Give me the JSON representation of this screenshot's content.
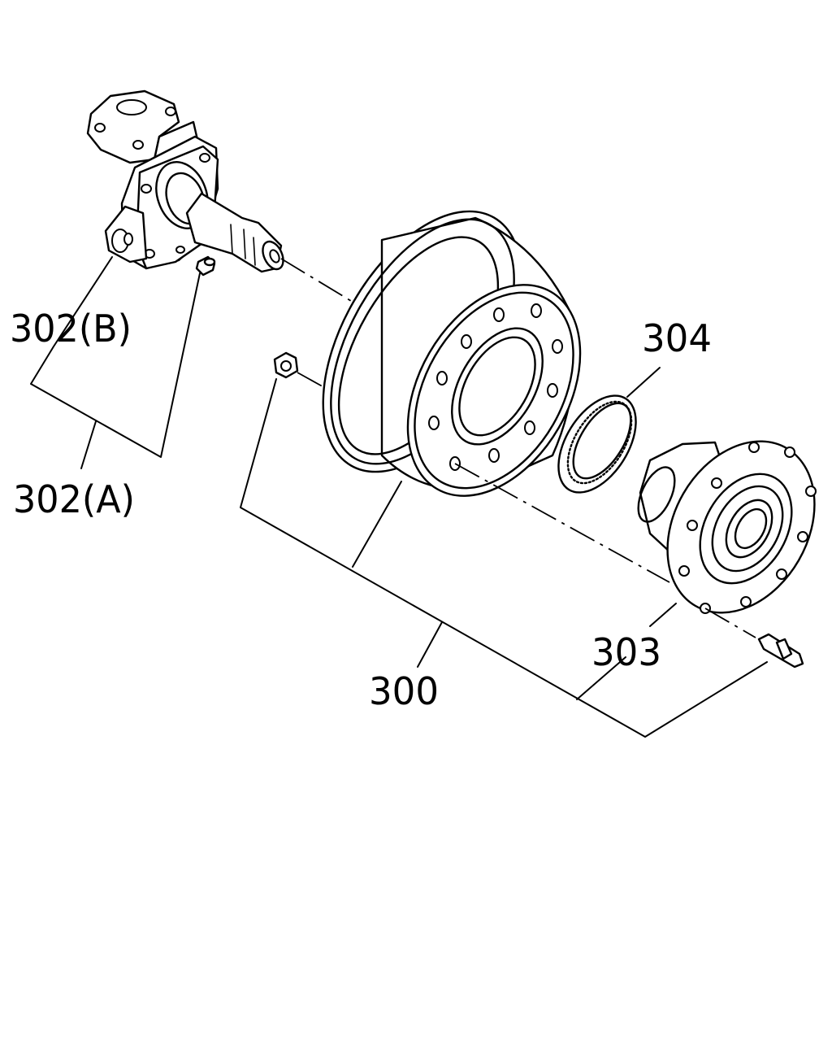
{
  "callouts": {
    "c300": "300",
    "c302a": "302(A)",
    "c302b": "302(B)",
    "c303": "303",
    "c304": "304"
  },
  "colors": {
    "ink": "#000000",
    "paper": "#ffffff"
  }
}
